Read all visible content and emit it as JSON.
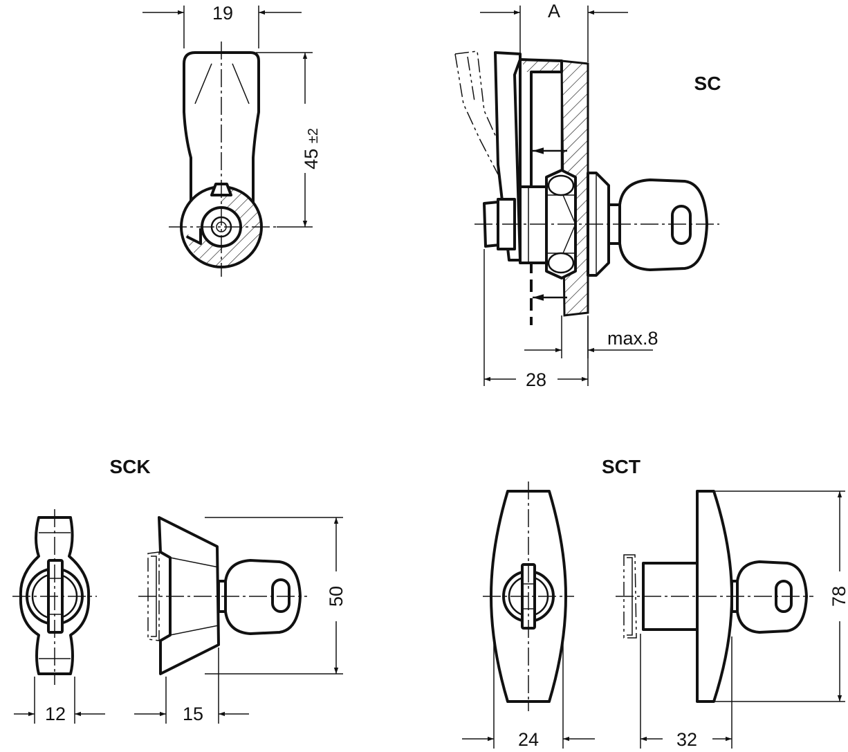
{
  "views": {
    "sc": {
      "label": "SC"
    },
    "sck": {
      "label": "SCK"
    },
    "sct": {
      "label": "SCT"
    }
  },
  "dimensions": {
    "d19": "19",
    "d45": "45",
    "d45_tol": "±2",
    "dA": "A",
    "d28": "28",
    "dmax8": "max.8",
    "d12": "12",
    "d15": "15",
    "d50": "50",
    "d24": "24",
    "d32": "32",
    "d78": "78"
  },
  "colors": {
    "line": "#111111",
    "background": "#ffffff"
  }
}
